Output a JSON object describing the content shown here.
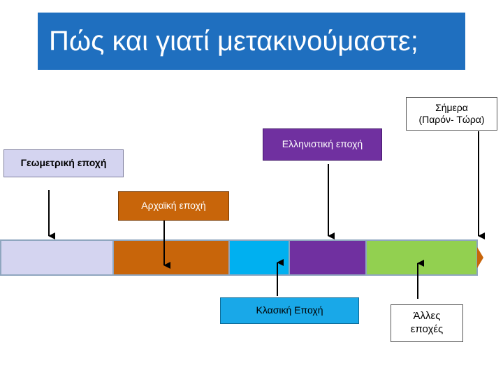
{
  "title": "Πώς και γιατί μετακινούμαστε;",
  "labels": {
    "geometric": "Γεωμετρική εποχή",
    "archaic": "Αρχαϊκή εποχή",
    "hellenistic": "Ελληνιστική εποχή",
    "today_line1": "Σήμερα",
    "today_line2": "(Παρόν- Τώρα)",
    "classic": "Κλασική Εποχή",
    "other_line1": "Άλλες",
    "other_line2": "εποχές"
  },
  "colors": {
    "title_bg": "#1f6fbf",
    "geometric": "#d4d4f0",
    "archaic": "#c8650a",
    "classic": "#00b0f0",
    "hellenistic": "#7030a0",
    "other": "#92d050",
    "arrow_tip": "#c8650a"
  }
}
